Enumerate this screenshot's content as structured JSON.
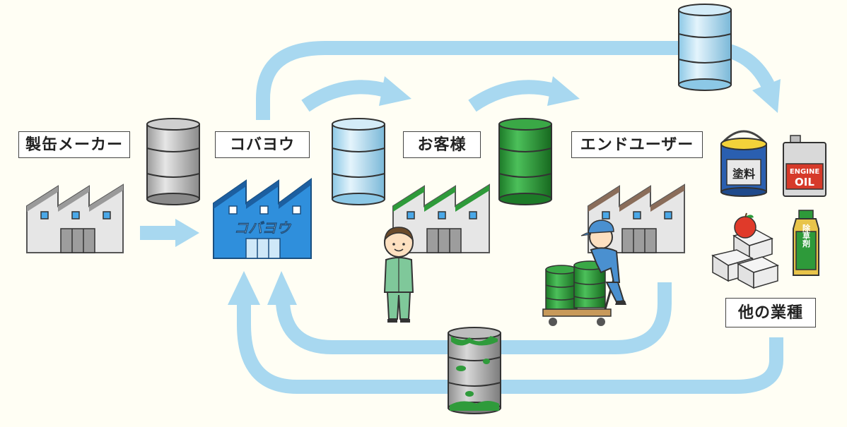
{
  "labels": {
    "manufacturer": "製缶メーカー",
    "kobayou": "コバヨウ",
    "customer": "お客様",
    "end_user": "エンドユーザー",
    "other_industries": "他の業種"
  },
  "logo_text": "コバヨウ",
  "product_labels": {
    "paint": "塗料",
    "engine_oil_line1": "ENGINE",
    "engine_oil_line2": "OIL",
    "herbicide": "除草剤"
  },
  "colors": {
    "arrow": "#a8d8f0",
    "kobayou_factory": "#2f8fdc",
    "customer_green": "#2e9a3a",
    "drum_gray": "#bcbcbc",
    "drum_blue": "#bfe2f4",
    "drum_green": "#2f9b3b"
  },
  "icons": [
    "factory-icon",
    "drum-icon",
    "worker-icon",
    "hand-truck-icon",
    "paint-can-icon",
    "oil-can-icon",
    "herbicide-bottle-icon",
    "apple-icon",
    "box-icon"
  ]
}
